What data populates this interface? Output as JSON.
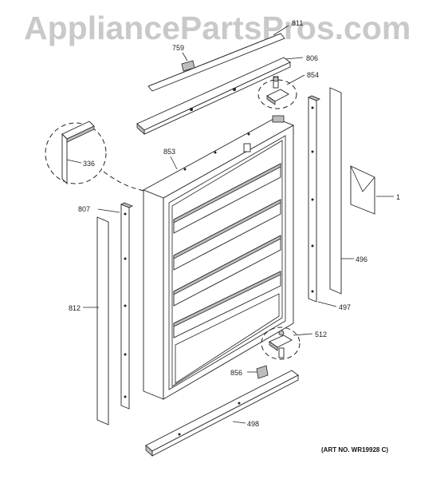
{
  "watermark": "AppliancePartsPros.com",
  "art_number": "(ART NO. WR19928 C)",
  "callouts": [
    "811",
    "806",
    "759",
    "854",
    "336",
    "853",
    "1",
    "807",
    "496",
    "812",
    "497",
    "512",
    "856",
    "498"
  ],
  "colors": {
    "line": "#222222",
    "shade": "#bdbdbd",
    "watermark": "#c9c9c9"
  }
}
